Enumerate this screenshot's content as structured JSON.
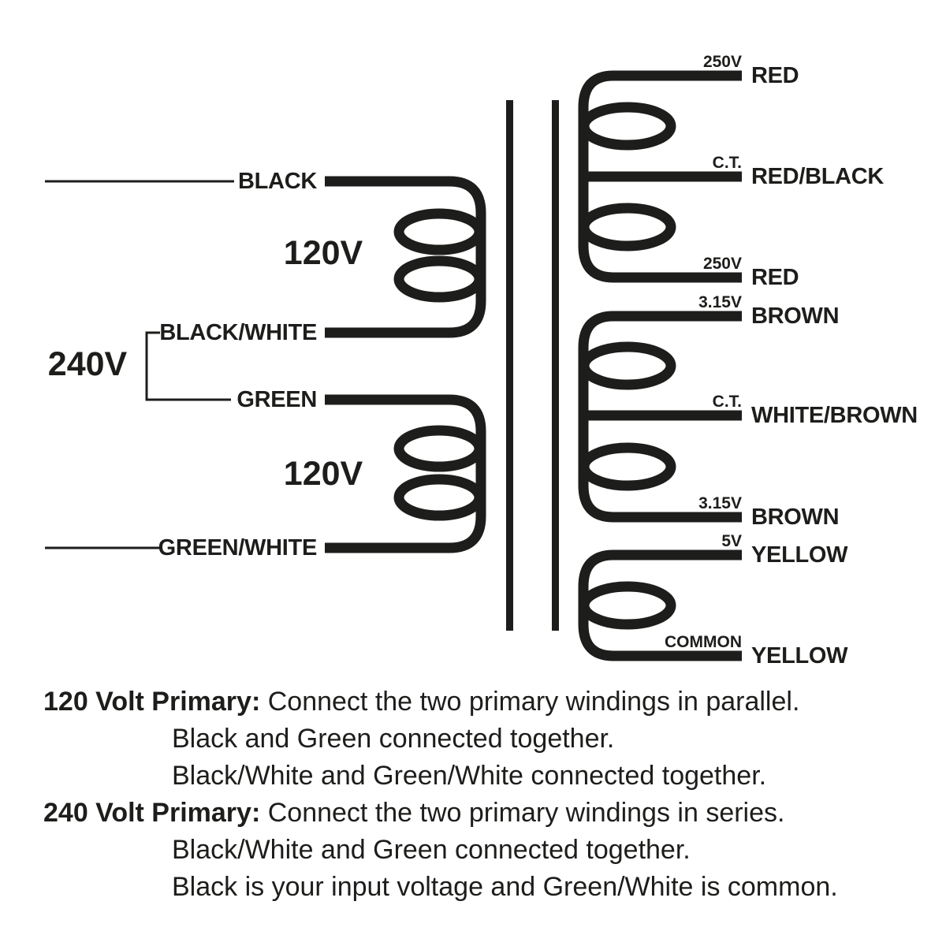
{
  "colors": {
    "ink": "#1d1d1b",
    "background": "#ffffff"
  },
  "primary": {
    "series_voltage": "240V",
    "windings": [
      {
        "voltage": "120V",
        "top_lead": "BLACK",
        "bottom_lead": "BLACK/WHITE"
      },
      {
        "voltage": "120V",
        "top_lead": "GREEN",
        "bottom_lead": "GREEN/WHITE"
      }
    ]
  },
  "secondary": {
    "taps": [
      {
        "value": "250V",
        "wire": "RED"
      },
      {
        "value": "C.T.",
        "wire": "RED/BLACK"
      },
      {
        "value": "250V",
        "wire": "RED"
      },
      {
        "value": "3.15V",
        "wire": "BROWN"
      },
      {
        "value": "C.T.",
        "wire": "WHITE/BROWN"
      },
      {
        "value": "3.15V",
        "wire": "BROWN"
      },
      {
        "value": "5V",
        "wire": "YELLOW"
      },
      {
        "value": "COMMON",
        "wire": "YELLOW"
      }
    ]
  },
  "notes": {
    "lines": [
      {
        "bold": "120 Volt Primary:",
        "text": "Connect the two primary windings in parallel."
      },
      {
        "text": "Black and Green connected together."
      },
      {
        "text": "Black/White and Green/White connected together."
      },
      {
        "bold": "240 Volt Primary:",
        "text": "Connect the two primary windings in series."
      },
      {
        "text": "Black/White and Green connected together."
      },
      {
        "text": "Black is your input voltage and Green/White is common."
      }
    ]
  }
}
